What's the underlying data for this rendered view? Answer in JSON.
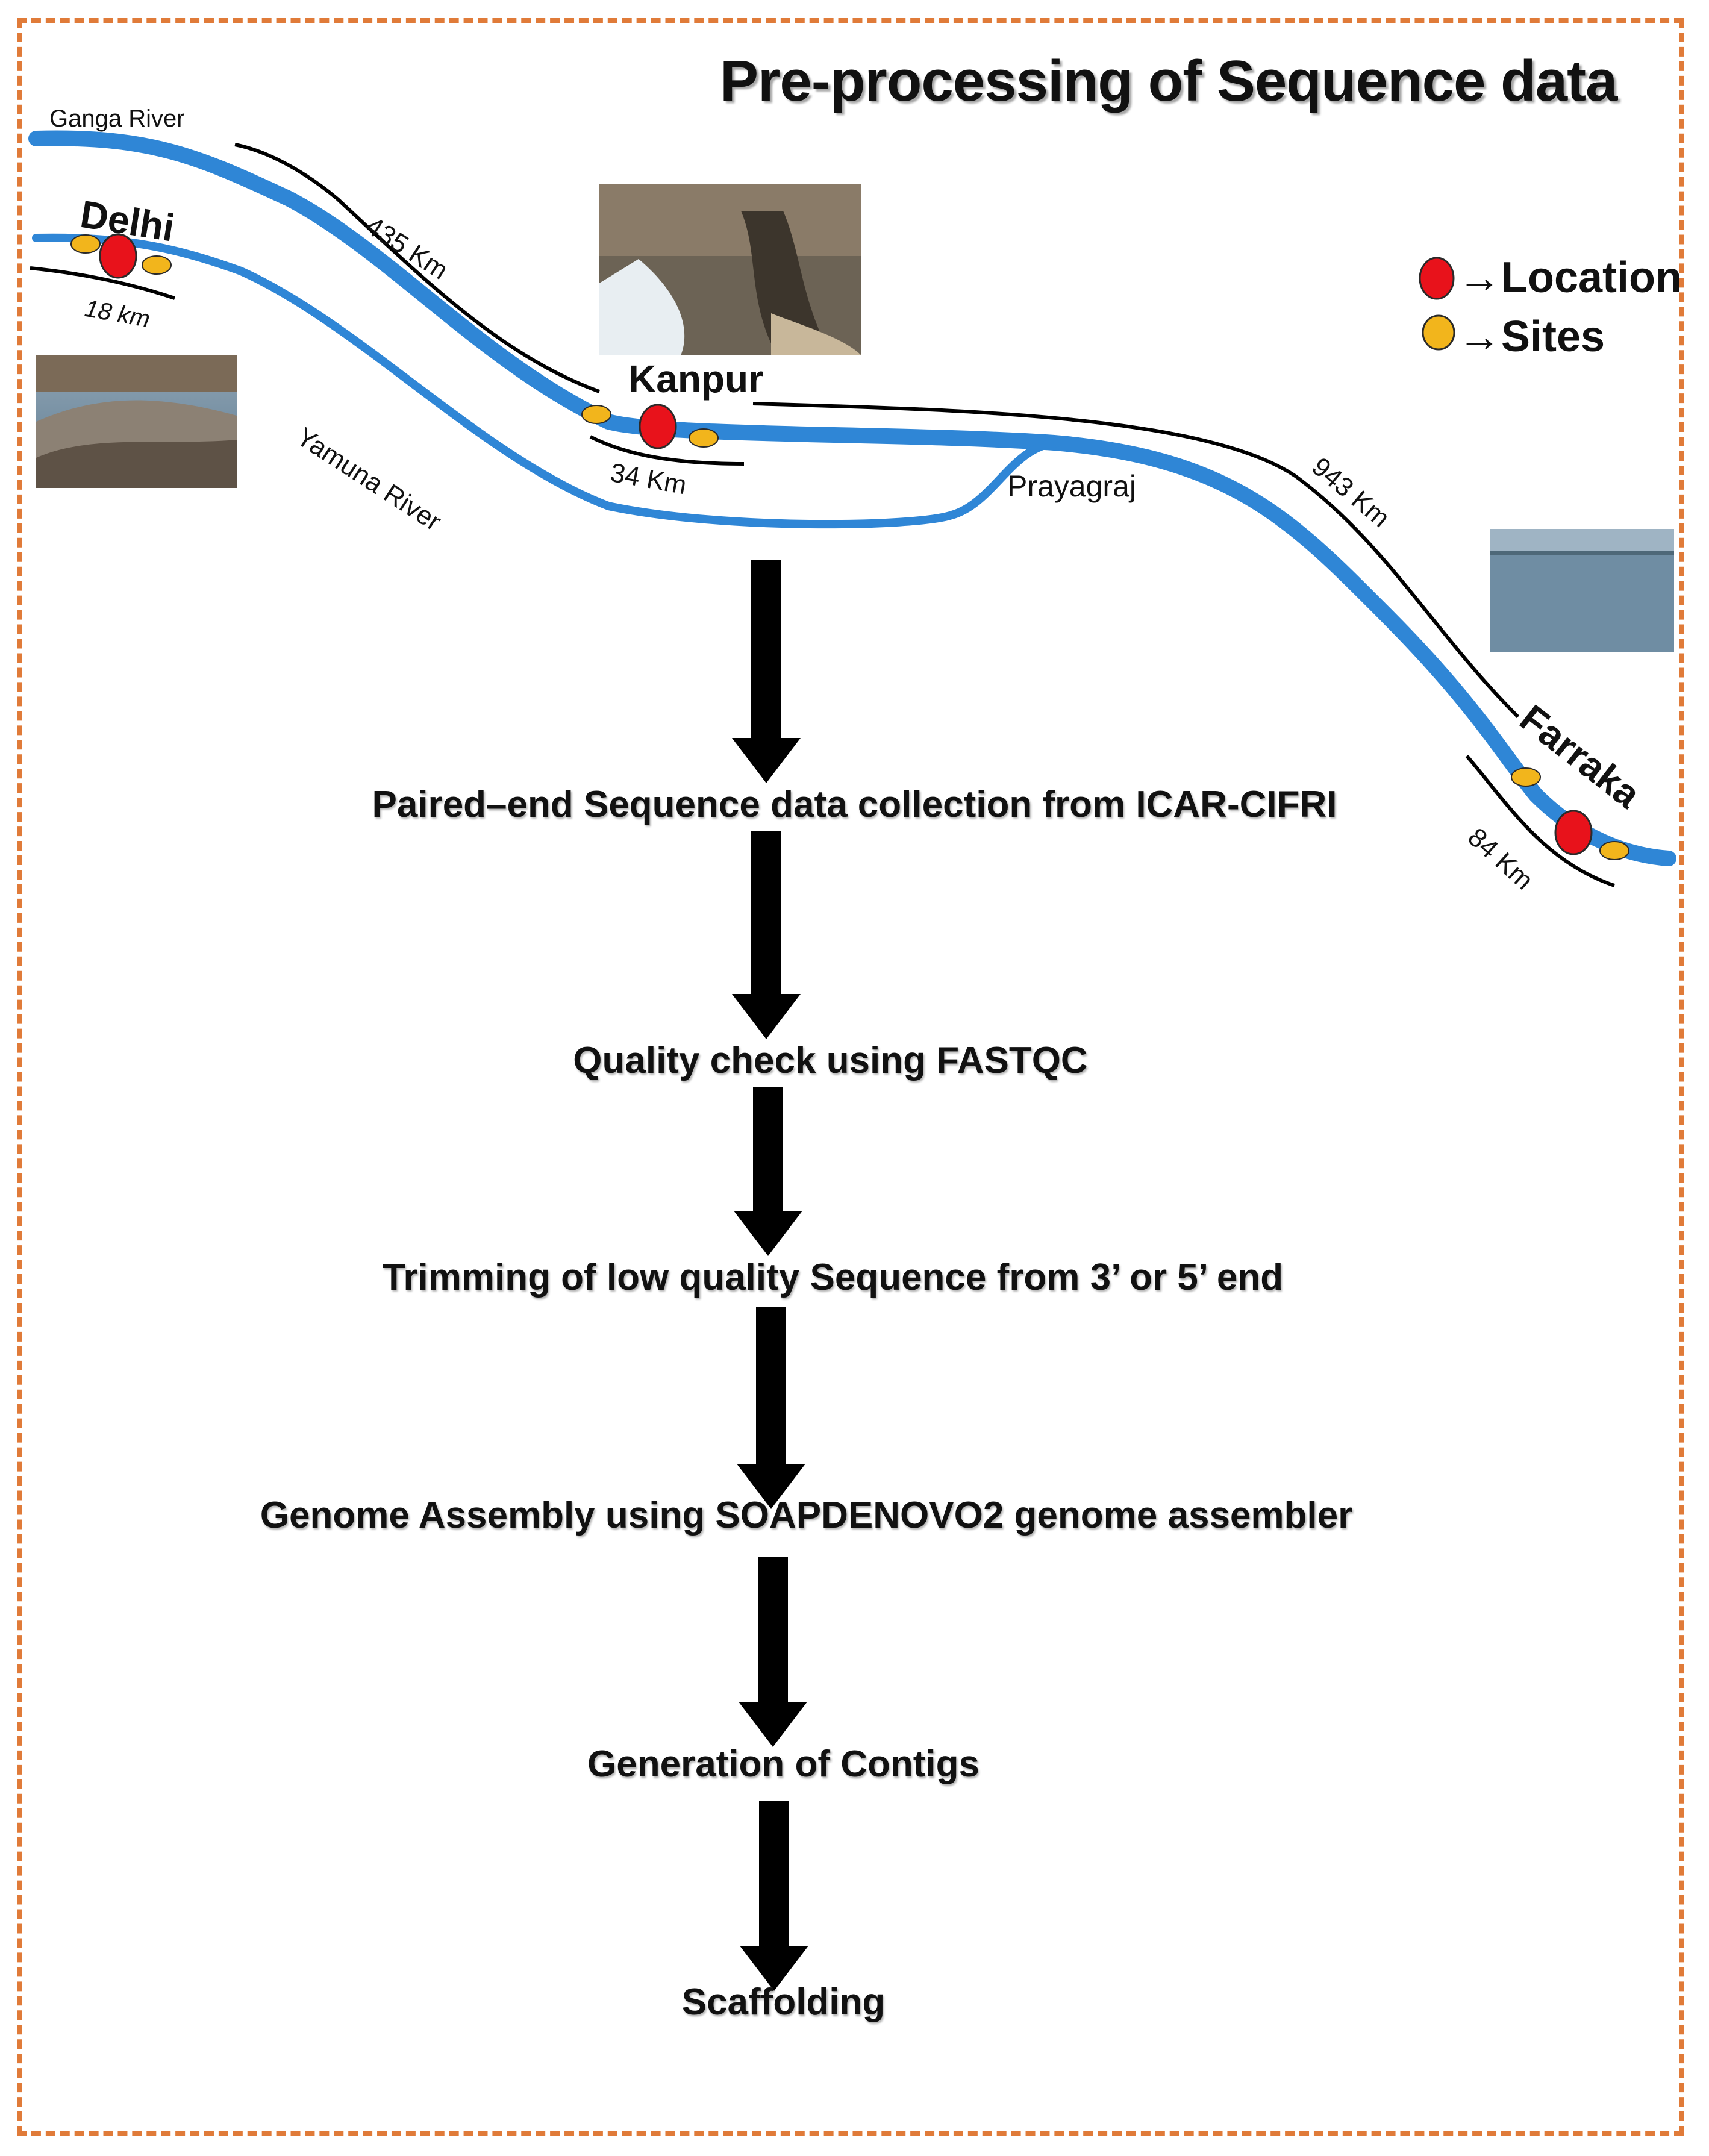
{
  "title": "Pre-processing of Sequence data",
  "rivers": {
    "ganga": "Ganga River",
    "yamuna": "Yamuna River"
  },
  "locations": {
    "delhi": "Delhi",
    "kanpur": "Kanpur",
    "prayagraj": "Prayagraj",
    "farraka": "Farraka"
  },
  "distances": {
    "d1": "435 Km",
    "d2": "18 km",
    "d3": "34 Km",
    "d4": "943 Km",
    "d5": "84 Km"
  },
  "legend": {
    "location": "→Location",
    "sites": "→Sites"
  },
  "steps": [
    "Paired–end Sequence data collection from ICAR-CIFRI",
    "Quality check using FASTQC",
    "Trimming of low quality Sequence from 3’ or 5’ end",
    "Genome Assembly using SOAPDENOVO2 genome assembler",
    "Generation of Contigs",
    "Scaffolding"
  ],
  "colors": {
    "river": "#2f86d6",
    "location_marker": "#e8121b",
    "site_marker": "#f2b51c",
    "border": "#e07b39",
    "arrow": "#000000"
  }
}
